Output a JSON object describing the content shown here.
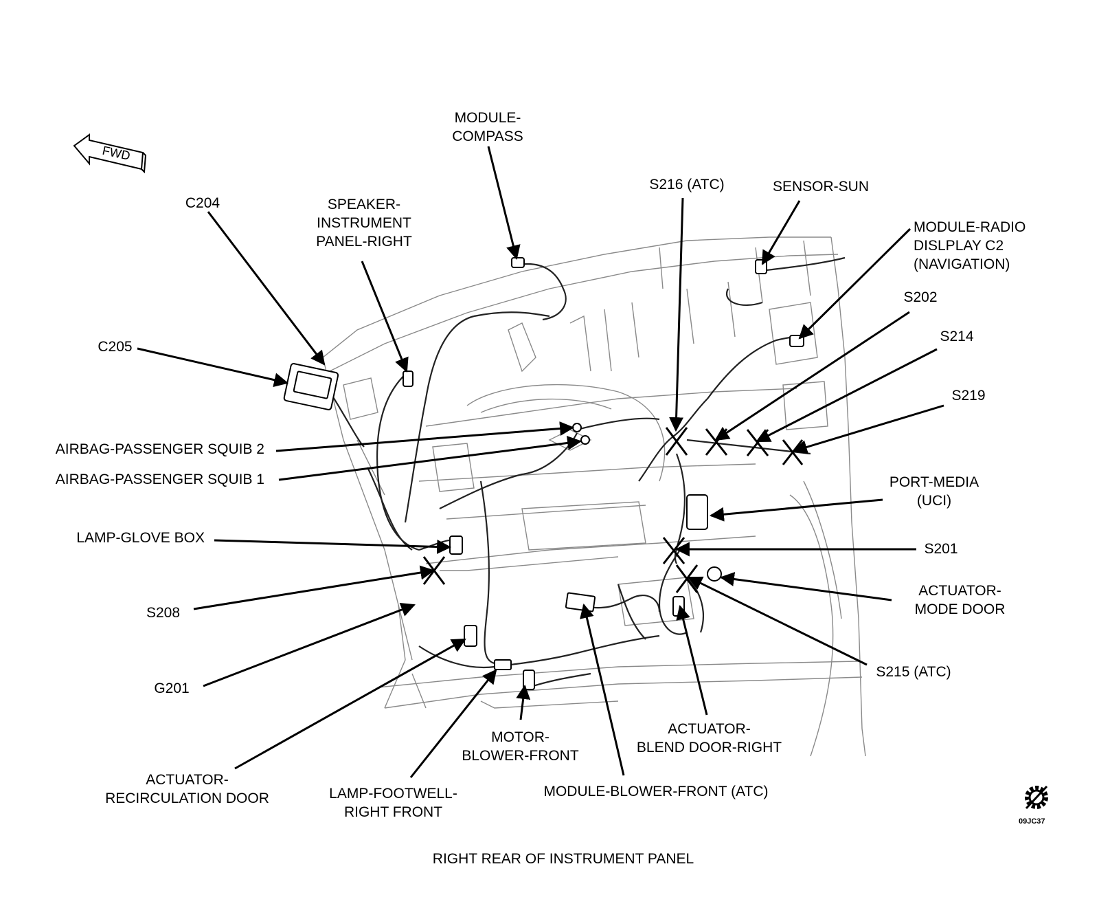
{
  "fwd_label": "FWD",
  "caption": "RIGHT REAR OF INSTRUMENT PANEL",
  "figure_code": "09JC37",
  "labels": {
    "module_compass": "MODULE-\nCOMPASS",
    "c204": "C204",
    "speaker_ip_right": "SPEAKER-\nINSTRUMENT\nPANEL-RIGHT",
    "s216": "S216 (ATC)",
    "sensor_sun": "SENSOR-SUN",
    "module_radio": "MODULE-RADIO\nDISLPLAY C2\n(NAVIGATION)",
    "s202": "S202",
    "s214": "S214",
    "s219": "S219",
    "c205": "C205",
    "airbag_squib2": "AIRBAG-PASSENGER SQUIB 2",
    "airbag_squib1": "AIRBAG-PASSENGER SQUIB 1",
    "port_media": "PORT-MEDIA\n(UCI)",
    "lamp_glove_box": "LAMP-GLOVE BOX",
    "s201": "S201",
    "actuator_mode_door": "ACTUATOR-\nMODE DOOR",
    "s208": "S208",
    "s215": "S215 (ATC)",
    "g201": "G201",
    "motor_blower_front": "MOTOR-\nBLOWER-FRONT",
    "actuator_blend_door": "ACTUATOR-\nBLEND DOOR-RIGHT",
    "actuator_recirc_door": "ACTUATOR-\nRECIRCULATION DOOR",
    "lamp_footwell": "LAMP-FOOTWELL-\nRIGHT FRONT",
    "module_blower_front": "MODULE-BLOWER-FRONT (ATC)"
  }
}
